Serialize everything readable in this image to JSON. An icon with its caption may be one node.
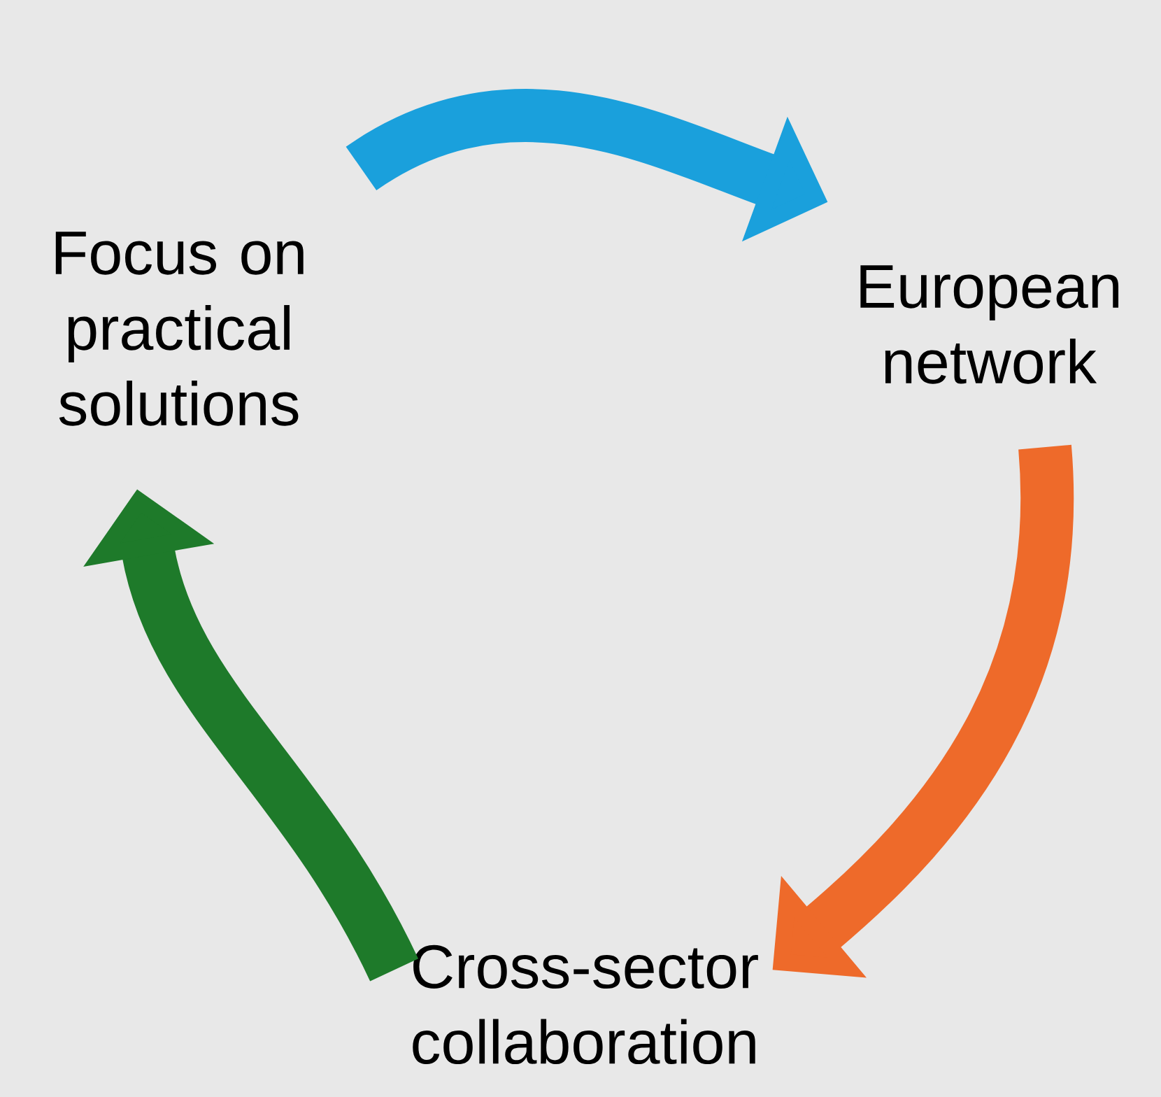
{
  "diagram": {
    "nodes": [
      {
        "text": [
          "Focus on practical solutions"
        ]
      },
      {
        "text": [
          "European network"
        ]
      },
      {
        "text": [
          "Cross-sector collaboration"
        ]
      }
    ],
    "edges": [
      {
        "from": 0,
        "to": 1,
        "arrow": "to",
        "color": "#1aa0dc"
      },
      {
        "from": 1,
        "to": 2,
        "arrow": "to",
        "color": "#ee6a2a"
      },
      {
        "from": 2,
        "to": 0,
        "arrow": "to",
        "color": "#1e7a2a"
      }
    ]
  }
}
